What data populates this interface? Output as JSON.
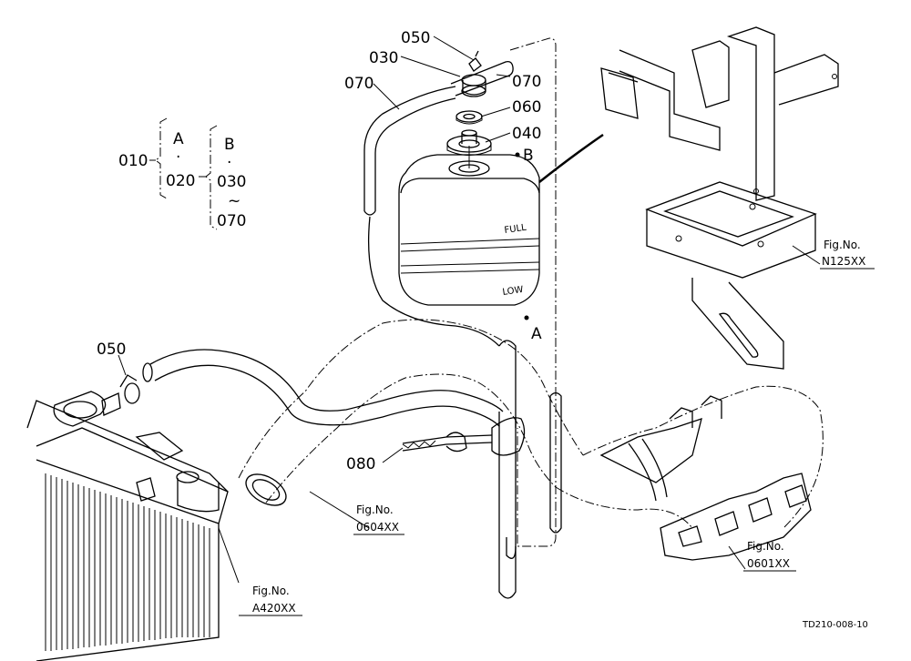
{
  "parts": {
    "p050_top": "050",
    "p030": "030",
    "p070_left": "070",
    "p070_right": "070",
    "p060": "060",
    "p040": "040",
    "p050_left": "050",
    "p080": "080",
    "ref_B": "B",
    "ref_A": "A"
  },
  "legend": {
    "p010": "010",
    "a": "A",
    "dot1": "·",
    "p020": "020",
    "b": "B",
    "dot2": "·",
    "p030": "030",
    "tilde": "~",
    "p070": "070"
  },
  "tank": {
    "full": "FULL",
    "low": "LOW"
  },
  "figrefs": {
    "n125_title": "Fig.No.",
    "n125_code": "N125XX",
    "f0604_title": "Fig.No.",
    "f0604_code": "0604XX",
    "f0601_title": "Fig.No.",
    "f0601_code": "0601XX",
    "a420_title": "Fig.No.",
    "a420_code": "A420XX"
  },
  "drawing_id": "TD210-008-10"
}
